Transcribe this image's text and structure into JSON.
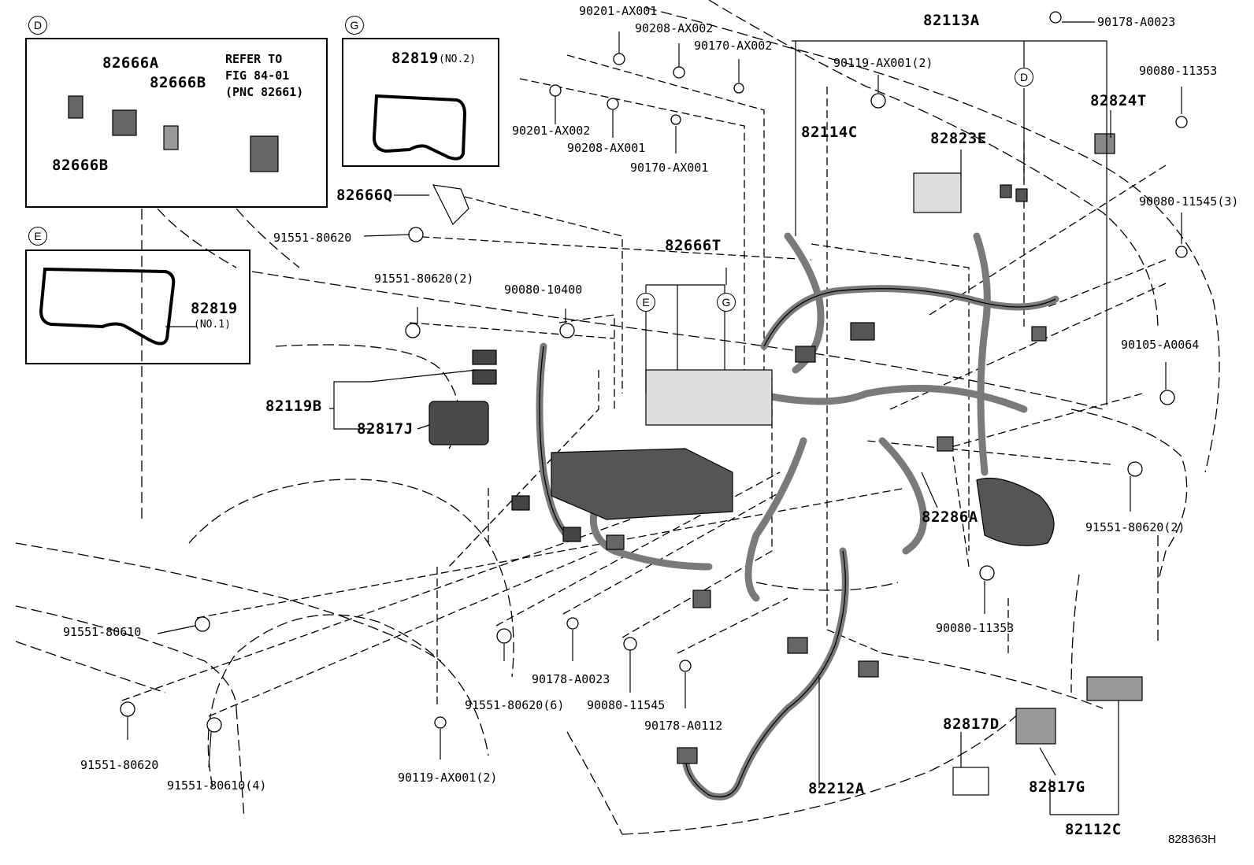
{
  "inset_markers": {
    "d": "D",
    "g": "G",
    "e": "E"
  },
  "inset_d": {
    "p1": "82666A",
    "p2": "82666B",
    "p3": "82666B",
    "refer": [
      "REFER TO",
      "FIG 84-01",
      "(PNC 82661)"
    ]
  },
  "inset_g": {
    "part": "82819",
    "suffix": "(NO.2)"
  },
  "inset_e": {
    "part": "82819",
    "suffix": "(NO.1)"
  },
  "callout_markers": {
    "d": "D",
    "e": "E",
    "g": "G"
  },
  "labels": {
    "l90201_ax001": "90201-AX001",
    "l90208_ax002": "90208-AX002",
    "l90170_ax002": "90170-AX002",
    "l82113a": "82113A",
    "l90178_a0023_top": "90178-A0023",
    "l90119_ax001_2_top": "90119-AX001(2)",
    "l90080_11353_top": "90080-11353",
    "l82824t": "82824T",
    "l90201_ax002": "90201-AX002",
    "l90208_ax001": "90208-AX001",
    "l90170_ax001": "90170-AX001",
    "l82114c": "82114C",
    "l82823e": "82823E",
    "l82666q": "82666Q",
    "l90080_11545_3": "90080-11545(3)",
    "l91551_80620_a": "91551-80620",
    "l82666t": "82666T",
    "l91551_80620_2a": "91551-80620(2)",
    "l90080_10400": "90080-10400",
    "l90105_a0064": "90105-A0064",
    "l82119b": "82119B",
    "l82817j": "82817J",
    "l82286a": "82286A",
    "l91551_80620_2b": "91551-80620(2)",
    "l90080_11353_bot": "90080-11353",
    "l91551_80610": "91551-80610",
    "l90178_a0023_bot": "90178-A0023",
    "l91551_80620_6": "91551-80620(6)",
    "l90080_11545": "90080-11545",
    "l90178_a0112": "90178-A0112",
    "l82817d": "82817D",
    "l82817g": "82817G",
    "l91551_80620_b": "91551-80620",
    "l91551_80610_4": "91551-80610(4)",
    "l90119_ax001_2_bot": "90119-AX001(2)",
    "l82212a": "82212A",
    "l82112c": "82112C"
  },
  "watermark": "828363H"
}
